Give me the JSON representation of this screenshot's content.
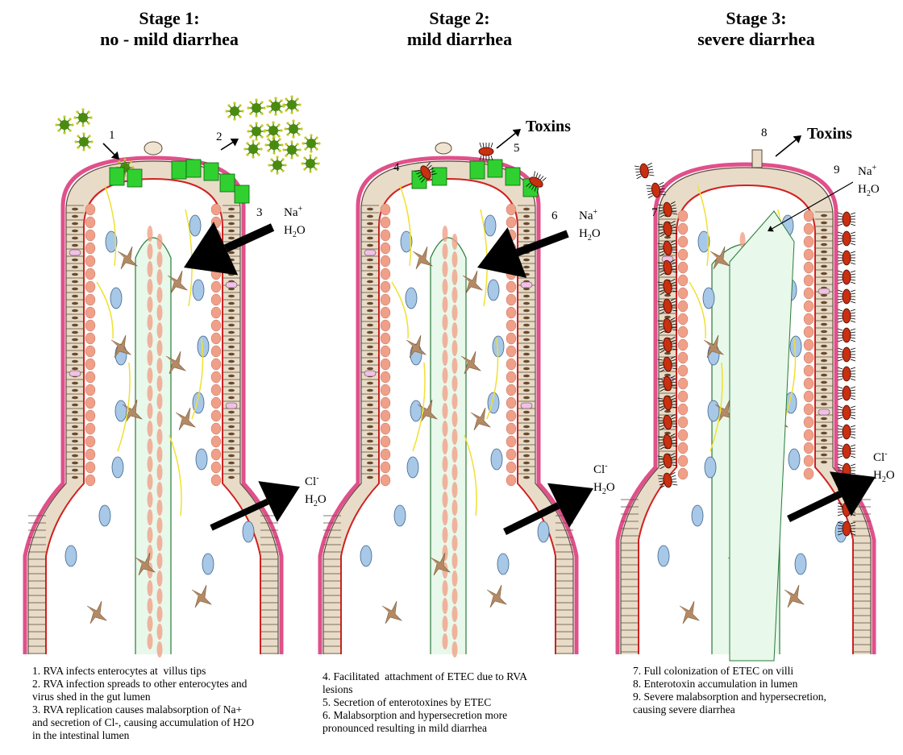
{
  "stages": [
    {
      "title_line1": "Stage 1:",
      "title_line2": "no - mild diarrhea"
    },
    {
      "title_line1": "Stage 2:",
      "title_line2": "mild diarrhea"
    },
    {
      "title_line1": "Stage 3:",
      "title_line2": "severe diarrhea"
    }
  ],
  "markers": {
    "m1": "1",
    "m2": "2",
    "m3": "3",
    "m4": "4",
    "m5": "5",
    "m6": "6",
    "m7": "7",
    "m8": "8",
    "m9": "9"
  },
  "labels": {
    "toxins": "Toxins",
    "na": "Na",
    "na_sup": "+",
    "cl": "Cl",
    "cl_sup": "-",
    "h2o_h": "H",
    "h2o_sub": "2",
    "h2o_o": "O"
  },
  "captions": {
    "stage1": [
      "1. RVA infects enterocytes at  villus tips",
      "2. RVA infection spreads to other enterocytes and",
      "virus shed in the gut lumen",
      "3. RVA replication causes malabsorption of Na+",
      "and secretion of Cl-, causing accumulation of H2O",
      "in the intestinal lumen"
    ],
    "stage2": [
      "4. Facilitated  attachment of ETEC due to RVA",
      "lesions",
      "5. Secretion of enterotoxines by ETEC",
      "6. Malabsorption and hypersecretion more",
      "pronounced resulting in mild diarrhea"
    ],
    "stage3": [
      "7. Full colonization of ETEC on villi",
      "8. Enterotoxin accumulation in lumen",
      "9. Severe malabsorption and hypersecretion,",
      "causing severe diarrhea"
    ]
  },
  "colors": {
    "epithelium": "#e8dcc8",
    "cell_border": "#5a4a3a",
    "nucleus": "#6b4a2e",
    "brush_border": "#e0508a",
    "basement": "#d02020",
    "lamina_cells": "#f0a088",
    "lacteal": "#e8f8ea",
    "lacteal_line": "#2a7a3a",
    "capillary_oval": "#a8c8e8",
    "fibroblast": "#b48a64",
    "nerve": "#f0e030",
    "infected_cell": "#30d030",
    "virus": "#4a8a10",
    "etec": "#c83010",
    "goblet": "#f0c0e8",
    "arrow": "#000000"
  },
  "icons": [
    "virus-icon",
    "etec-bacterium-icon",
    "arrow-icon"
  ]
}
